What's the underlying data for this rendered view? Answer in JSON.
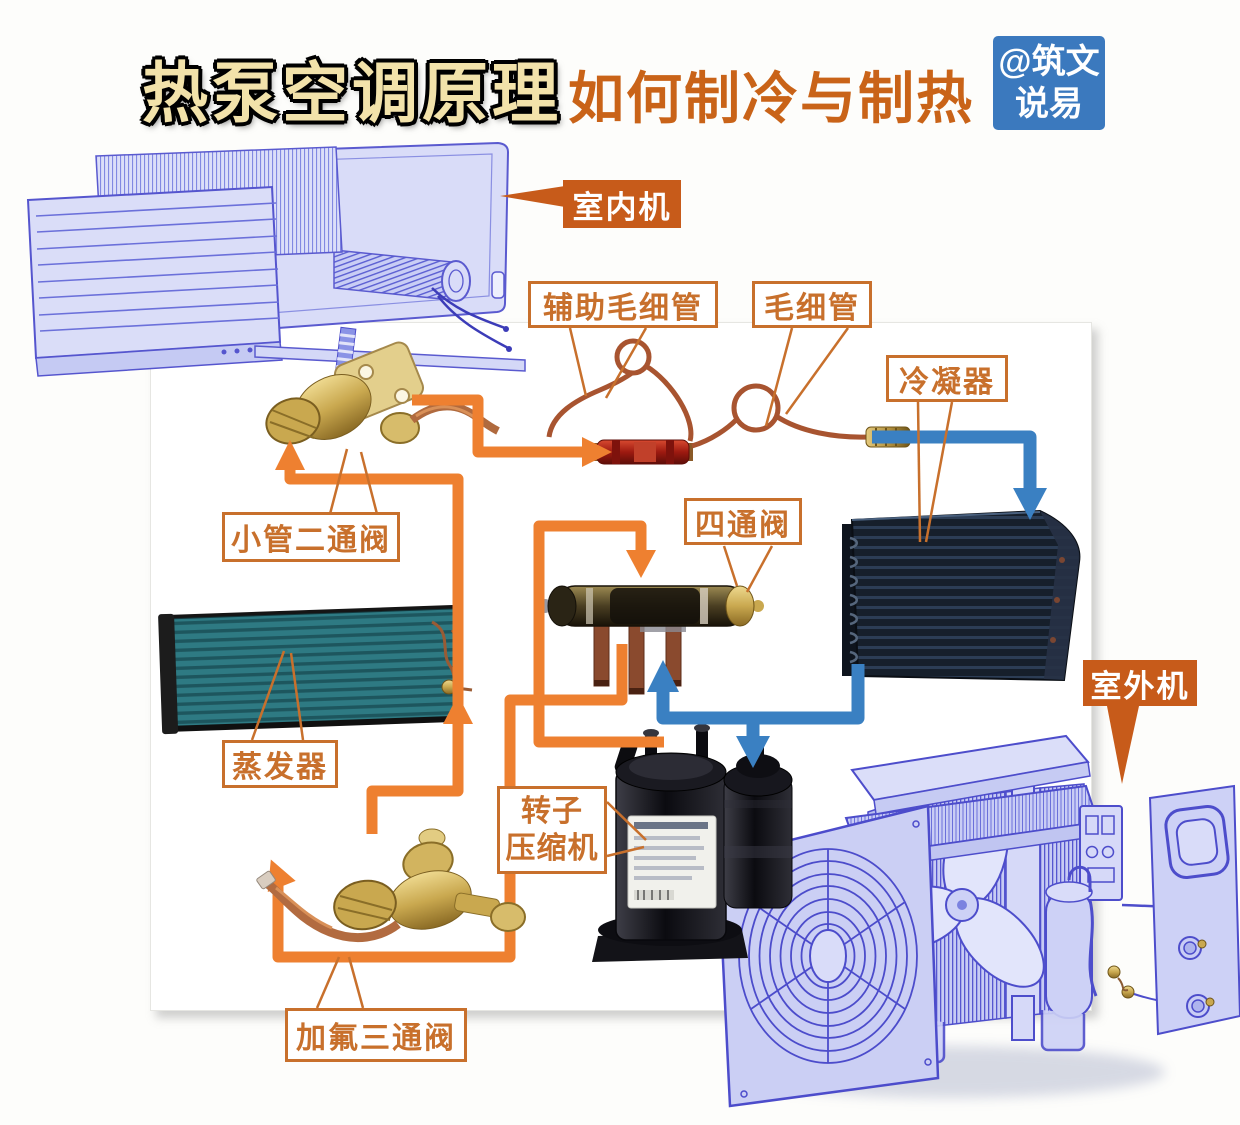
{
  "title": {
    "main": "热泵空调原理",
    "sub": "如何制冷与制热"
  },
  "badge": {
    "line1": "@筑文",
    "line2": "说易"
  },
  "labels": {
    "indoor_unit": "室内机",
    "aux_capillary": "辅助毛细管",
    "capillary": "毛细管",
    "condenser": "冷凝器",
    "small_pipe_two_way_valve": "小管二通阀",
    "four_way_valve": "四通阀",
    "evaporator": "蒸发器",
    "rotary_compressor_line1": "转子",
    "rotary_compressor_line2": "压缩机",
    "refrigerant_three_way_valve": "加氟三通阀",
    "outdoor_unit": "室外机"
  },
  "palette": {
    "hot_pipe_orange": "#EE8030",
    "cold_pipe_blue": "#3A80C2",
    "label_accent": "#C8702C",
    "label_solid_bg": "#C75B1A",
    "title_fill": "#F2E2AA",
    "subtitle_color": "#C96318",
    "badge_bg": "#3B79BE",
    "wireframe_blue": "#4D4DCB",
    "condenser_dark": "#161F2B",
    "evaporator_teal": "#2E7A83"
  }
}
